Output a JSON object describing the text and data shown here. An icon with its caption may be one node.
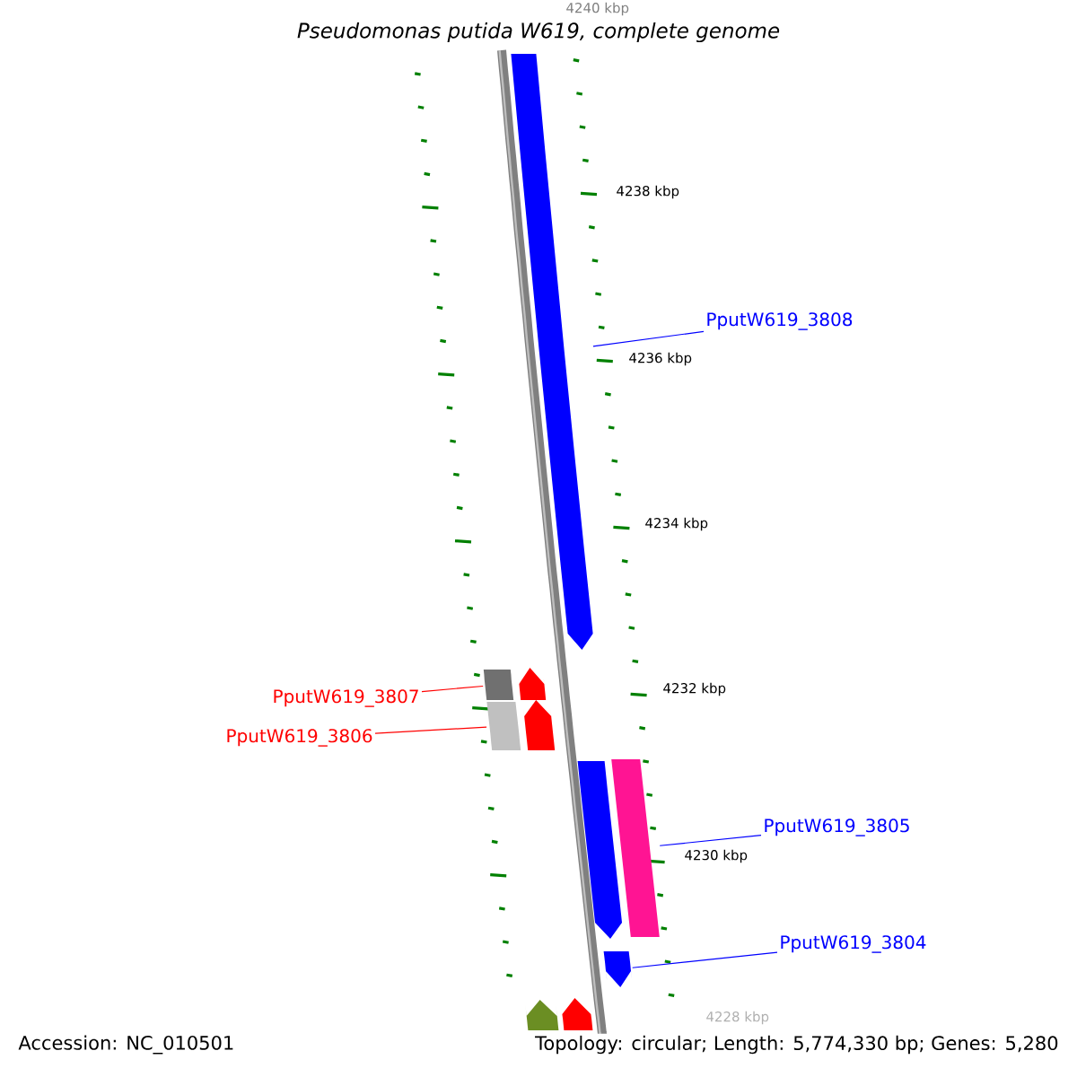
{
  "diagram": {
    "title": "Pseudomonas putida W619, complete genome",
    "nodes": [
      {
        "text": [
          "PputW619_3808"
        ]
      },
      {
        "text": [],
        "shape": "bar"
      },
      {
        "text": [
          "PputW619_3807"
        ]
      },
      {
        "text": [],
        "shape": "bar"
      },
      {
        "text": [
          "PputW619_3806"
        ]
      },
      {
        "text": [],
        "shape": "bar"
      },
      {
        "text": [
          "PputW619_3805"
        ]
      },
      {
        "text": [],
        "shape": "bar"
      },
      {
        "text": [
          "PputW619_3804"
        ]
      },
      {
        "text": [],
        "shape": "bar"
      },
      {
        "text": [],
        "shape": "bar"
      },
      {
        "text": [],
        "shape": "bar"
      },
      {
        "text": [],
        "shape": "bar"
      },
      {
        "text": [],
        "shape": "bar"
      },
      {
        "text": [],
        "shape": "bar"
      }
    ],
    "edges": [
      {
        "from": 0,
        "to": 1,
        "arrow": "none"
      },
      {
        "from": 2,
        "to": 3,
        "arrow": "none",
        "color": "#ff0000"
      },
      {
        "from": 4,
        "to": 5,
        "arrow": "none",
        "color": "#ff0000"
      },
      {
        "from": 6,
        "to": 7,
        "arrow": "none"
      },
      {
        "from": 8,
        "to": 9,
        "arrow": "none"
      }
    ],
    "labels": [
      "4240 kbp",
      "4238 kbp",
      "4236 kbp",
      "4234 kbp",
      "4232 kbp",
      "4230 kbp",
      "4228 kbp",
      "Accession: NC_010501",
      "Topology: circular; Length: 5,774,330 bp; Genes: 5,280"
    ]
  }
}
